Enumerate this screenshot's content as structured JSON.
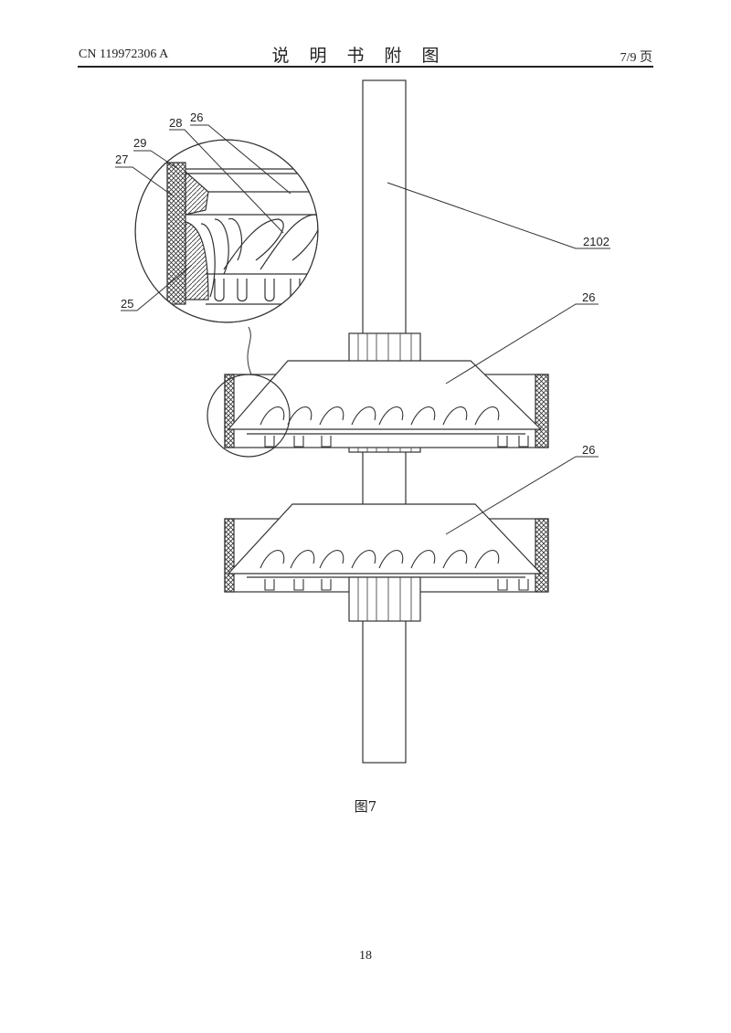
{
  "header": {
    "publication_number": "CN 119972306 A",
    "title": "说明书附图",
    "page_of": "7/9 页"
  },
  "figure": {
    "caption": "图7",
    "labels": {
      "l26a": "26",
      "l28": "28",
      "l29": "29",
      "l27": "27",
      "l25": "25",
      "l2102": "2102",
      "l26b": "26",
      "l26c": "26"
    }
  },
  "footer": {
    "page_number": "18"
  }
}
